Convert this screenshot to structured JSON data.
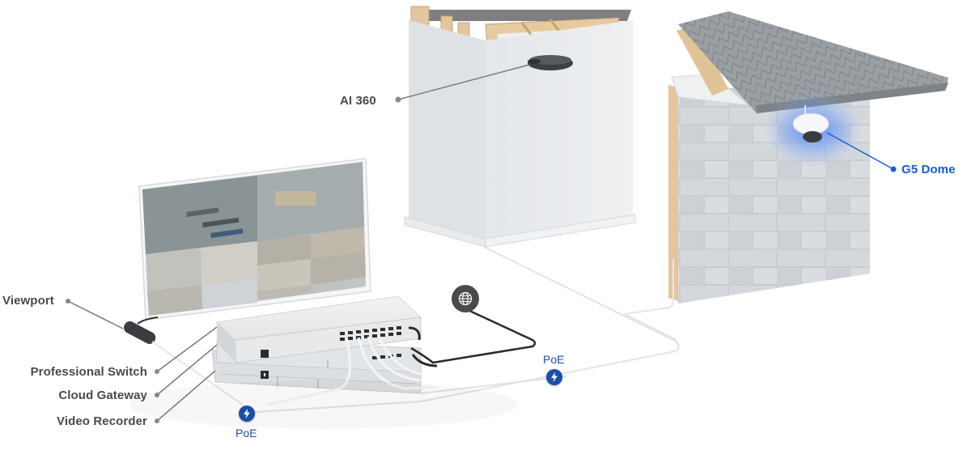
{
  "diagram": {
    "title": "UniFi Protect surveillance topology",
    "background": "#ffffff",
    "colors": {
      "label_gray": "#4a4a4a",
      "label_blue": "#1a5bd6",
      "poe_blue": "#1b4ea8",
      "globe_gray": "#4a4a4a",
      "cable_white": "#e6e6e6",
      "cable_black": "#2b2b2b",
      "wall_gray": "#d9dde1",
      "brick_gray": "#c4c8cc",
      "roof_gray": "#8f9498",
      "wood": "#e2c49a"
    },
    "labels": {
      "ai360": "AI 360",
      "g5_dome": "G5 Dome",
      "viewport": "Viewport",
      "professional_switch": "Professional Switch",
      "cloud_gateway": "Cloud Gateway",
      "video_recorder": "Video Recorder"
    },
    "poe_badges": [
      {
        "label": "PoE",
        "icon": "lightning-bolt-icon"
      },
      {
        "label": "PoE",
        "icon": "lightning-bolt-icon"
      }
    ],
    "internet_badge": {
      "icon": "globe-icon"
    },
    "monitor": {
      "description": "Display showing multi-camera surveillance grid",
      "tiles": 10
    }
  }
}
